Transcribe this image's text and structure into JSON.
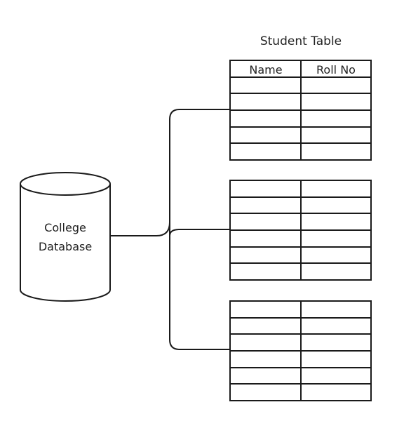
{
  "diagram": {
    "title": "Student Table",
    "database": {
      "label_line1": "College",
      "label_line2": "Database"
    },
    "tables": [
      {
        "headers": [
          "Name",
          "Roll No"
        ],
        "rows": 5
      },
      {
        "headers": [],
        "rows": 6
      },
      {
        "headers": [],
        "rows": 6
      }
    ]
  }
}
